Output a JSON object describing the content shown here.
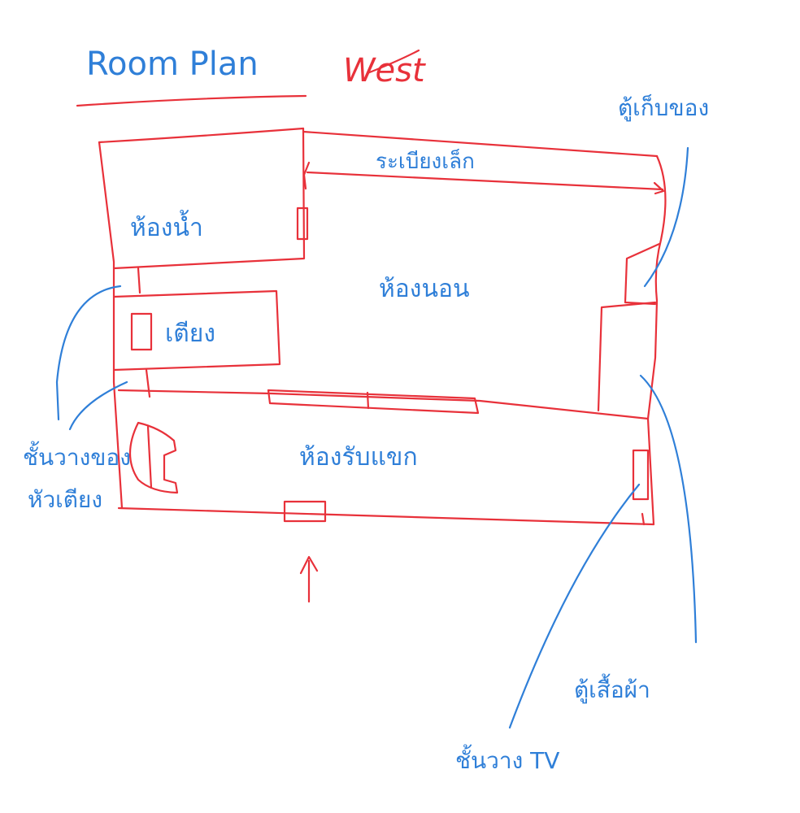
{
  "title": "Room Plan",
  "orientation": "West",
  "rooms": {
    "bathroom": "ห้องน้ำ",
    "corridor": "ระเบียงเล็ก",
    "bedroom": "ห้องนอน",
    "bed": "เตียง",
    "living_room": "ห้องรับแขก"
  },
  "annotations": {
    "storage_cabinet": "ตู้เก็บของ",
    "headboard_shelf_line1": "ชั้นวางของ",
    "headboard_shelf_line2": "หัวเตียง",
    "wardrobe": "ตู้เสื้อผ้า",
    "tv_shelf": "ชั้นวาง TV"
  },
  "colors": {
    "walls": "#e8313a",
    "labels": "#2f7fd8"
  }
}
